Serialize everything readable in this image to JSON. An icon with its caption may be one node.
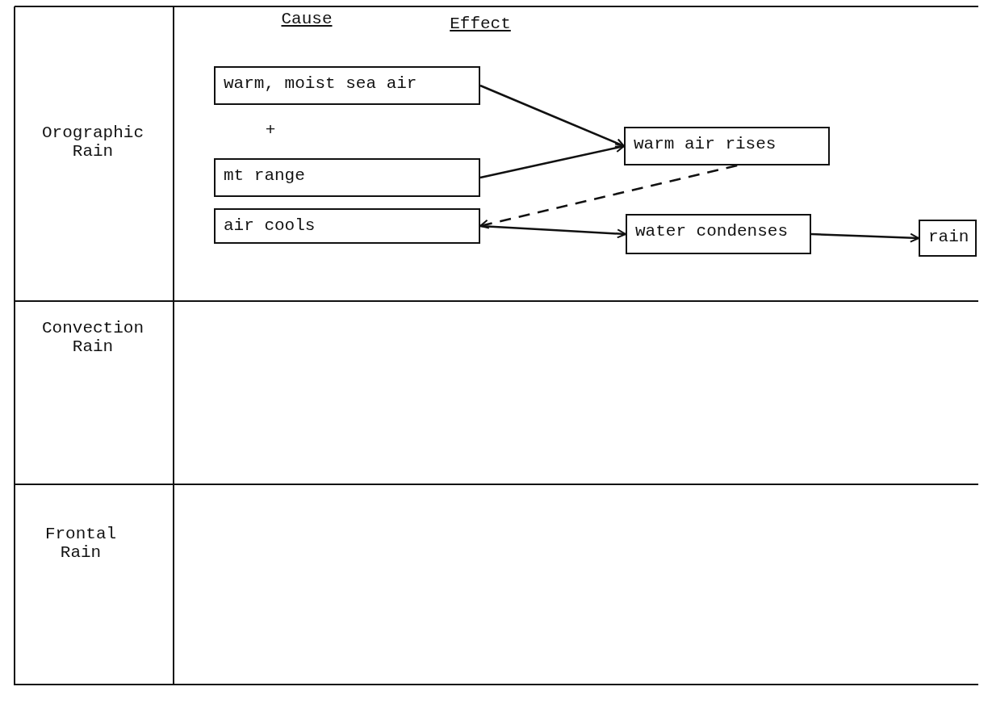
{
  "diagram": {
    "nodes": [
      {
        "text": [
          "warm, moist sea air"
        ]
      },
      {
        "text": [
          "mt range"
        ]
      },
      {
        "text": [
          "warm air rises"
        ]
      },
      {
        "text": [
          "air cools"
        ]
      },
      {
        "text": [
          "water condenses"
        ]
      },
      {
        "text": [
          "rain"
        ]
      }
    ],
    "edges": [
      {
        "from": 0,
        "to": 2,
        "arrow": "to"
      },
      {
        "from": 1,
        "to": 2,
        "arrow": "to"
      },
      {
        "from": 2,
        "to": 3,
        "arrow": "to",
        "style": "dashed"
      },
      {
        "from": 3,
        "to": 4,
        "arrow": "to"
      },
      {
        "from": 4,
        "to": 5,
        "arrow": "to"
      }
    ],
    "labels": [
      "Cause",
      "Effect",
      "Orographic Rain",
      "+",
      "Convection Rain",
      "Frontal Rain"
    ]
  }
}
